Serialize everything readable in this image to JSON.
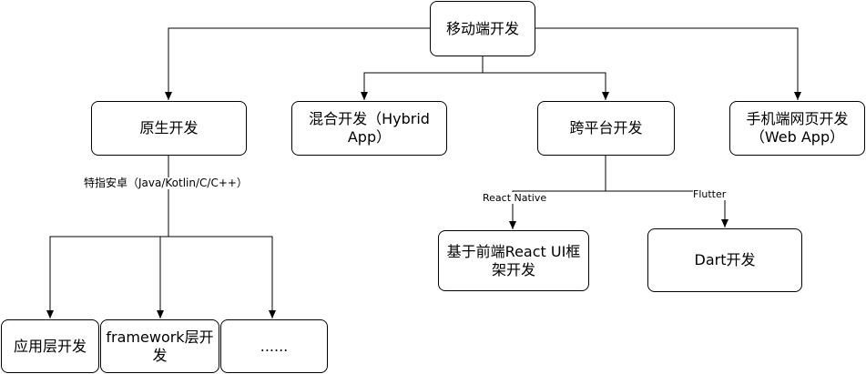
{
  "nodes": {
    "root": "移动端开发",
    "native": "原生开发",
    "hybrid": "混合开发（Hybrid\nApp）",
    "cross": "跨平台开发",
    "web": "手机端网页开发\n（Web App）",
    "react_ui": "基于前端React UI框\n架开发",
    "dart": "Dart开发",
    "app_layer": "应用层开发",
    "framework_layer": "framework层开\n发",
    "more": "......"
  },
  "edge_labels": {
    "native_note": "特指安卓（Java/Kotlin/C/C++）",
    "react_native": "React Native",
    "flutter": "Flutter"
  },
  "colors": {
    "line": "#000000",
    "background": "#ffffff"
  }
}
